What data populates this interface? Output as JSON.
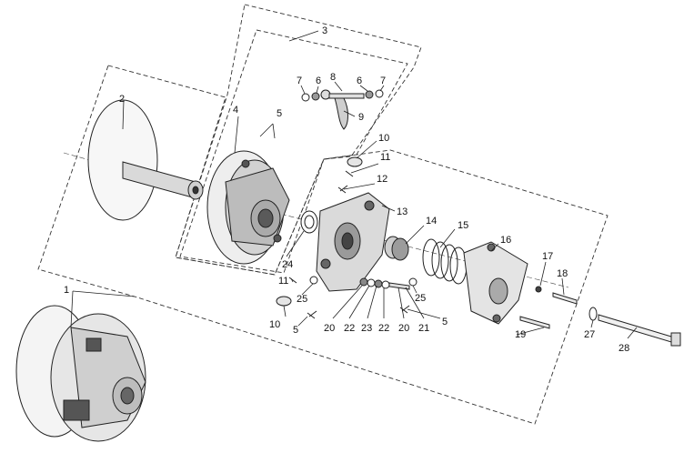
{
  "diagram": {
    "callouts": [
      {
        "id": "c1",
        "text": "1"
      },
      {
        "id": "c2",
        "text": "2"
      },
      {
        "id": "c3",
        "text": "3"
      },
      {
        "id": "c4",
        "text": "4"
      },
      {
        "id": "c5a",
        "text": "5"
      },
      {
        "id": "c5b",
        "text": "5"
      },
      {
        "id": "c5c",
        "text": "5"
      },
      {
        "id": "c6a",
        "text": "6"
      },
      {
        "id": "c6b",
        "text": "6"
      },
      {
        "id": "c7a",
        "text": "7"
      },
      {
        "id": "c7b",
        "text": "7"
      },
      {
        "id": "c8",
        "text": "8"
      },
      {
        "id": "c9",
        "text": "9"
      },
      {
        "id": "c10a",
        "text": "10"
      },
      {
        "id": "c10b",
        "text": "10"
      },
      {
        "id": "c11a",
        "text": "11"
      },
      {
        "id": "c11b",
        "text": "11"
      },
      {
        "id": "c12",
        "text": "12"
      },
      {
        "id": "c13",
        "text": "13"
      },
      {
        "id": "c14",
        "text": "14"
      },
      {
        "id": "c15",
        "text": "15"
      },
      {
        "id": "c16",
        "text": "16"
      },
      {
        "id": "c17",
        "text": "17"
      },
      {
        "id": "c18",
        "text": "18"
      },
      {
        "id": "c19",
        "text": "19"
      },
      {
        "id": "c20a",
        "text": "20"
      },
      {
        "id": "c20b",
        "text": "20"
      },
      {
        "id": "c21",
        "text": "21"
      },
      {
        "id": "c22a",
        "text": "22"
      },
      {
        "id": "c22b",
        "text": "22"
      },
      {
        "id": "c23",
        "text": "23"
      },
      {
        "id": "c24",
        "text": "24"
      },
      {
        "id": "c25a",
        "text": "25"
      },
      {
        "id": "c25b",
        "text": "25"
      },
      {
        "id": "c27",
        "text": "27"
      },
      {
        "id": "c28",
        "text": "28"
      }
    ],
    "colors": {
      "line": "#222222",
      "fill_light": "#f2f2f2",
      "fill_mid": "#bdbdbd",
      "fill_dark": "#4a4a4a"
    }
  }
}
